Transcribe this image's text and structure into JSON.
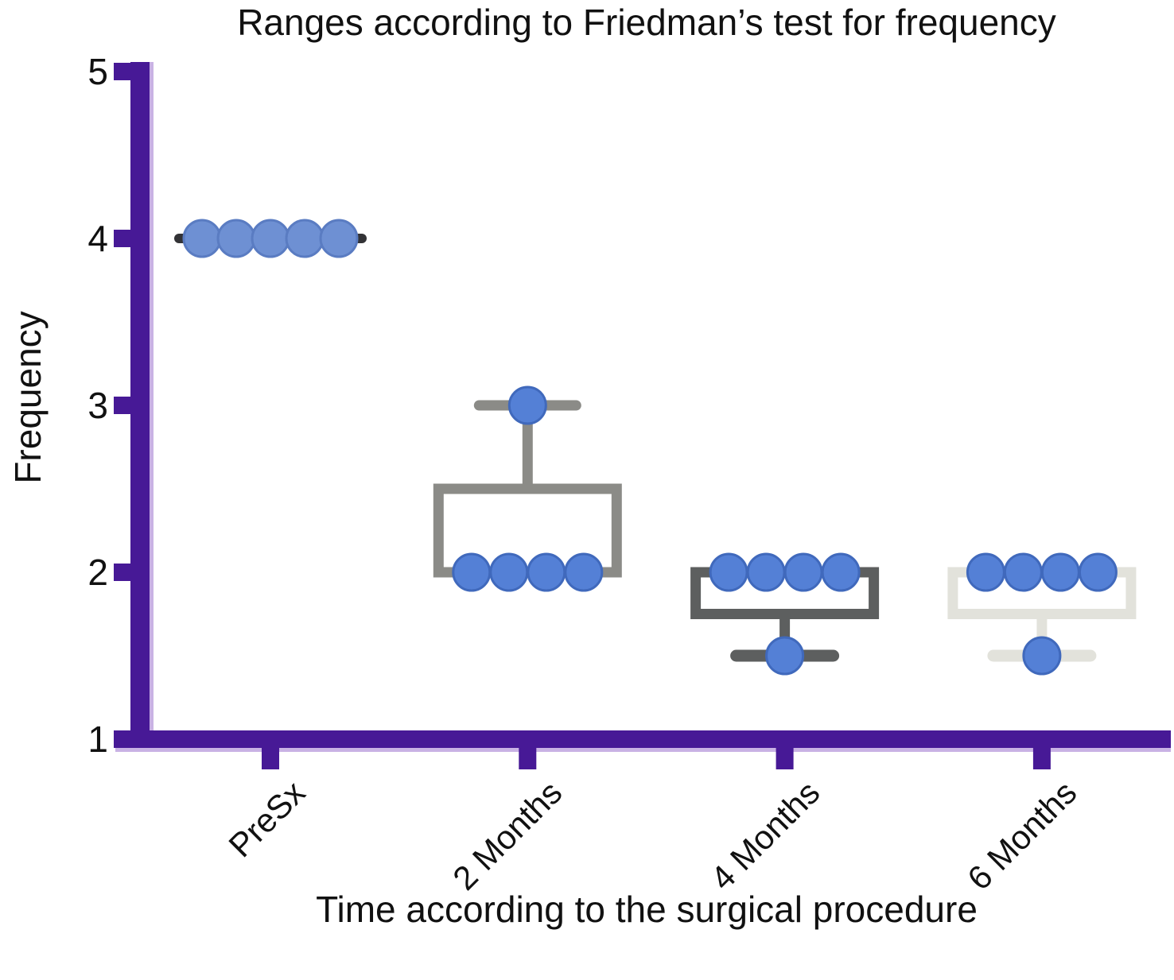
{
  "chart_data": {
    "type": "boxplot",
    "title": "Ranges according to Friedman’s test for frequency",
    "xlabel": "Time according to the surgical procedure",
    "ylabel": "Frequency",
    "ylim": [
      1,
      5
    ],
    "yticks": [
      5,
      4,
      3,
      2,
      1
    ],
    "categories": [
      "PreSx",
      "2 Months",
      "4 Months",
      "6 Months"
    ],
    "axis_color": "#471996",
    "axis_edge_color": "#c9b2e4",
    "legend": "none",
    "grid": "off",
    "groups": [
      {
        "category": "PreSx",
        "values": [
          4,
          4,
          4,
          4,
          4
        ],
        "median": 4,
        "box": null,
        "whisker_high": null,
        "whisker_low": null,
        "box_color": "#333336",
        "dot_fill": "#6e90d3",
        "dot_stroke": "#5a7cc2"
      },
      {
        "category": "2 Months",
        "values": [
          3,
          2,
          2,
          2,
          2
        ],
        "median": null,
        "box": {
          "low": 2,
          "high": 2.5
        },
        "whisker_high": 3,
        "whisker_low": null,
        "box_color": "#8b8b87",
        "dot_fill": "#5480d6",
        "dot_stroke": "#4069bc"
      },
      {
        "category": "4 Months",
        "values": [
          2,
          2,
          2,
          2,
          1.5
        ],
        "median": null,
        "box": {
          "low": 1.75,
          "high": 2
        },
        "whisker_high": null,
        "whisker_low": 1.5,
        "box_color": "#5d5f5f",
        "dot_fill": "#5480d6",
        "dot_stroke": "#4069bc"
      },
      {
        "category": "6 Months",
        "values": [
          2,
          2,
          2,
          2,
          1.5
        ],
        "median": null,
        "box": {
          "low": 1.75,
          "high": 2
        },
        "whisker_high": null,
        "whisker_low": 1.5,
        "box_color": "#e2e2db",
        "dot_fill": "#5480d6",
        "dot_stroke": "#4069bc"
      }
    ]
  }
}
